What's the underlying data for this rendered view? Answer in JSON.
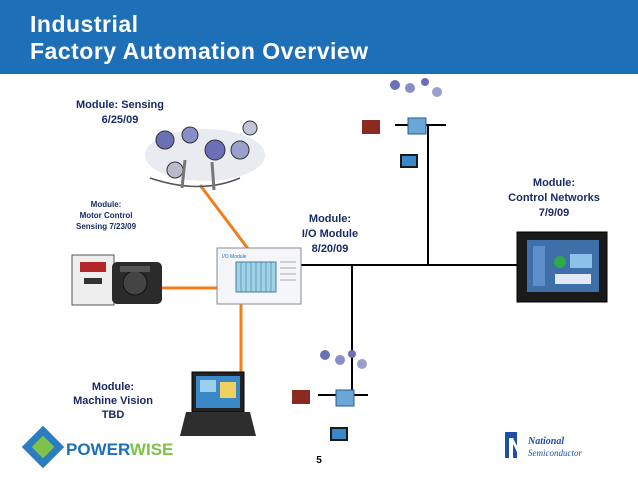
{
  "slide": {
    "title_line1": "Industrial",
    "title_line2": "Factory Automation Overview",
    "page_number": "5"
  },
  "modules": {
    "sensing": {
      "line1": "Module: Sensing",
      "line2": "6/25/09"
    },
    "motor_control": {
      "line1": "Module:",
      "line2": "Motor Control",
      "line3": "Sensing 7/23/09"
    },
    "io_module": {
      "line1": "Module:",
      "line2": "I/O Module",
      "line3": "8/20/09"
    },
    "control_networks": {
      "line1": "Module:",
      "line2": "Control Networks",
      "line3": "7/9/09"
    },
    "machine_vision": {
      "line1": "Module:",
      "line2": "Machine Vision",
      "line3": "TBD"
    }
  },
  "logos": {
    "powerwise": {
      "part1": "POWER",
      "part2": "WISE"
    },
    "national": {
      "line1": "National",
      "line2": "Semiconductor"
    }
  },
  "colors": {
    "header_blue": "#1d6fb8",
    "label_navy": "#1a2a66",
    "orange_link": "#f07f1a",
    "network_line": "#000000"
  }
}
